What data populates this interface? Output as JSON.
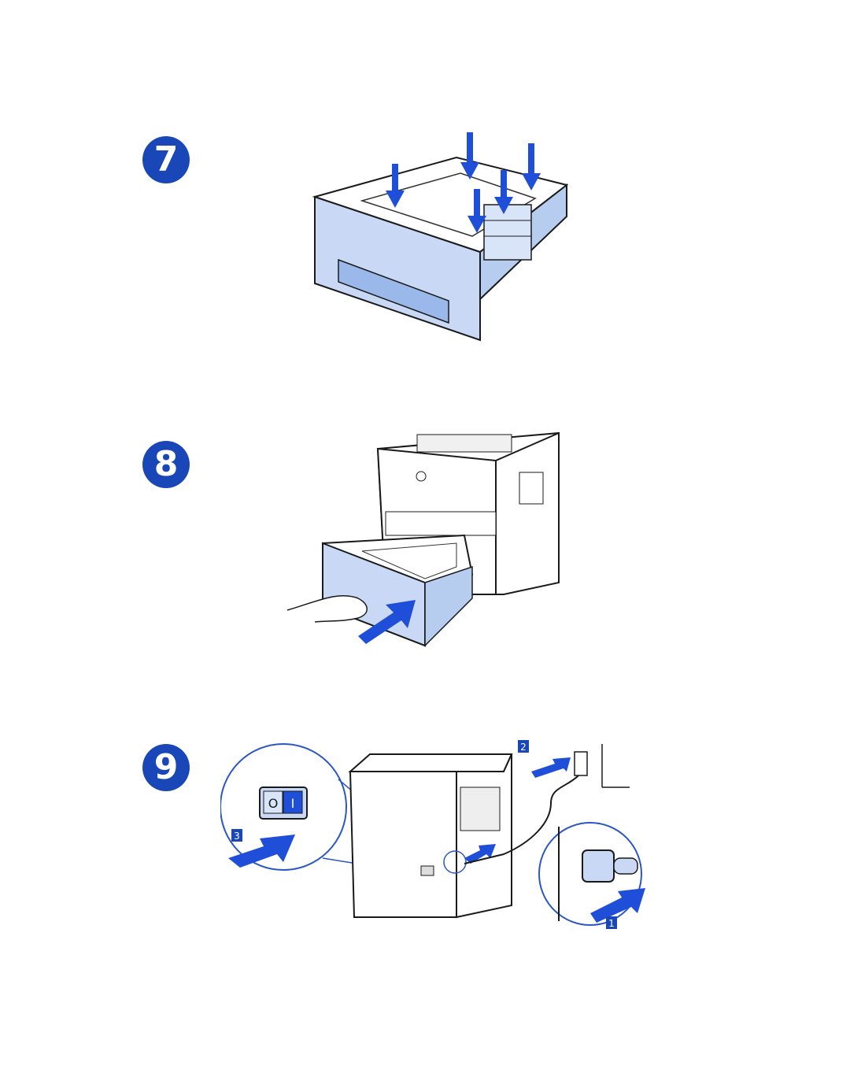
{
  "steps": [
    {
      "number": "7",
      "illustration": "load-paper-tray"
    },
    {
      "number": "8",
      "illustration": "insert-tray-into-printer"
    },
    {
      "number": "9",
      "illustration": "connect-power-and-switch-on"
    }
  ],
  "callouts": {
    "plug": "1",
    "outlet": "2",
    "switch": "3"
  },
  "switch_symbols": {
    "off": "O",
    "on": "I"
  },
  "colors": {
    "badge": "#1a47b8",
    "arrow": "#1f4fd8",
    "tray": "#c9d9f5",
    "line": "#2a56c6"
  }
}
